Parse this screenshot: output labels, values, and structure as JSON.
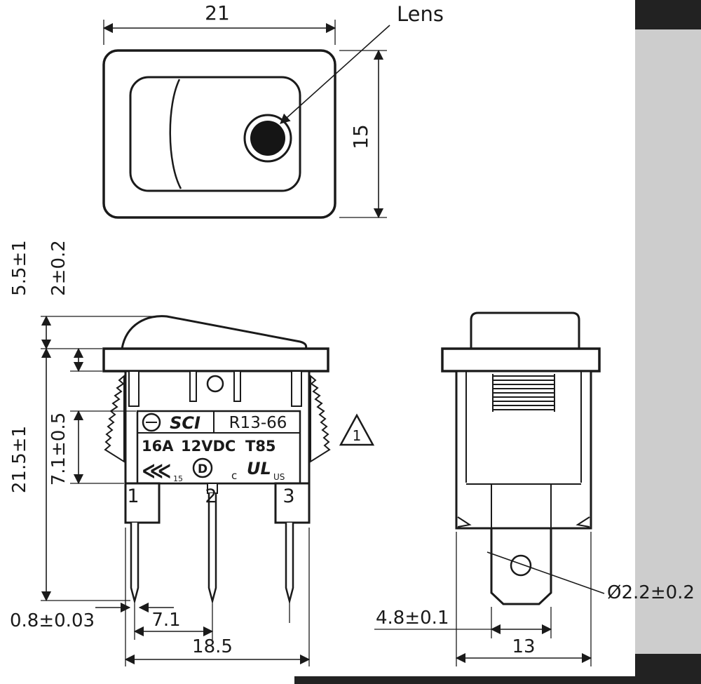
{
  "drawing": {
    "title_hint": "rocker switch technical drawing",
    "colors": {
      "ink": "#1a1a1a",
      "paper": "#ffffff",
      "scan_gray": "#cdcdcd",
      "scan_dark": "#222222"
    },
    "top_view": {
      "width": "21",
      "height": "15",
      "lens": "Lens"
    },
    "front_view": {
      "rocker_height": "5.5±1",
      "flange_thickness": "2±0.2",
      "body_height": "21.5±1",
      "plate_height": "7.1±0.5",
      "pin_thickness": "0.8±0.03",
      "pin_pitch": "7.1",
      "body_width": "18.5",
      "terminals": [
        "1",
        "2",
        "3"
      ],
      "note": "1",
      "label": {
        "brand": "SCI",
        "model": "R13-66",
        "current": "16A",
        "voltage": "12VDC",
        "temperature": "T85",
        "kema_mark": "⋘",
        "kema_code": "15",
        "d_mark": "D",
        "ul_prefix": "c",
        "ul_mark": "UL",
        "ul_suffix": "US"
      }
    },
    "side_view": {
      "terminal_width": "4.8±0.1",
      "hole_diameter": "Ø2.2±0.2",
      "body_width": "13"
    }
  }
}
